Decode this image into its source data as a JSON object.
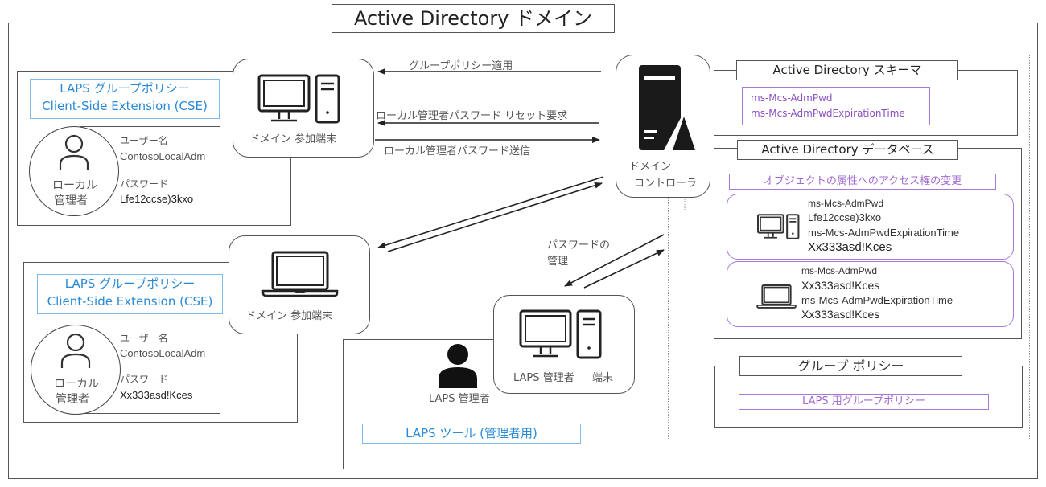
{
  "title": "Active Directory ドメイン",
  "client1": {
    "cse_line1": "LAPS グループポリシー",
    "cse_line2": "Client-Side Extension (CSE)",
    "role_line1": "ローカル",
    "role_line2": "管理者",
    "username_label": "ユーザー名",
    "username_value": "ContosoLocalAdm",
    "password_label": "パスワード",
    "password_value": "Lfe12ccse)3kxo",
    "device_label": "ドメイン 参加端末",
    "device_icon": "desktop-pc-icon"
  },
  "client2": {
    "cse_line1": "LAPS グループポリシー",
    "cse_line2": "Client-Side Extension (CSE)",
    "role_line1": "ローカル",
    "role_line2": "管理者",
    "username_label": "ユーザー名",
    "username_value": "ContosoLocalAdm",
    "password_label": "パスワード",
    "password_value": "Xx333asd!Kces",
    "device_label": "ドメイン 参加端末",
    "device_icon": "laptop-icon"
  },
  "arrows": {
    "gpo_apply": "グループポリシー適用",
    "reset_request": "ローカル管理者パスワード リセット要求",
    "password_send": "ローカル管理者パスワード送信",
    "password_manage_line1": "パスワードの",
    "password_manage_line2": "管理"
  },
  "domain_controller": {
    "label_line1": "ドメイン",
    "label_line2": "コントローラ",
    "icon": "server-icon"
  },
  "schema": {
    "title": "Active Directory スキーマ",
    "attr1": "ms-Mcs-AdmPwd",
    "attr2": "ms-Mcs-AdmPwdExpirationTime"
  },
  "database": {
    "title": "Active Directory データベース",
    "access_change": "オブジェクトの属性へのアクセス権の変更",
    "records": [
      {
        "icon": "desktop-pc-icon",
        "attr1": "ms-Mcs-AdmPwd",
        "value1": "Lfe12ccse)3kxo",
        "attr2": "ms-Mcs-AdmPwdExpirationTime",
        "value2": "Xx333asd!Kces"
      },
      {
        "icon": "laptop-icon",
        "attr1": "ms-Mcs-AdmPwd",
        "value1": "Xx333asd!Kces",
        "attr2": "ms-Mcs-AdmPwdExpirationTime",
        "value2": "Xx333asd!Kces"
      }
    ]
  },
  "group_policy": {
    "title": "グループ ポリシー",
    "item": "LAPS 用グループポリシー"
  },
  "admin": {
    "person_label": "LAPS 管理者",
    "device_label_1": "LAPS 管理者",
    "device_label_2": "端末",
    "tool_label": "LAPS ツール (管理者用)"
  },
  "colors": {
    "blue": "#2b8ad6",
    "purple": "#8a4fc0",
    "border": "#555555"
  }
}
